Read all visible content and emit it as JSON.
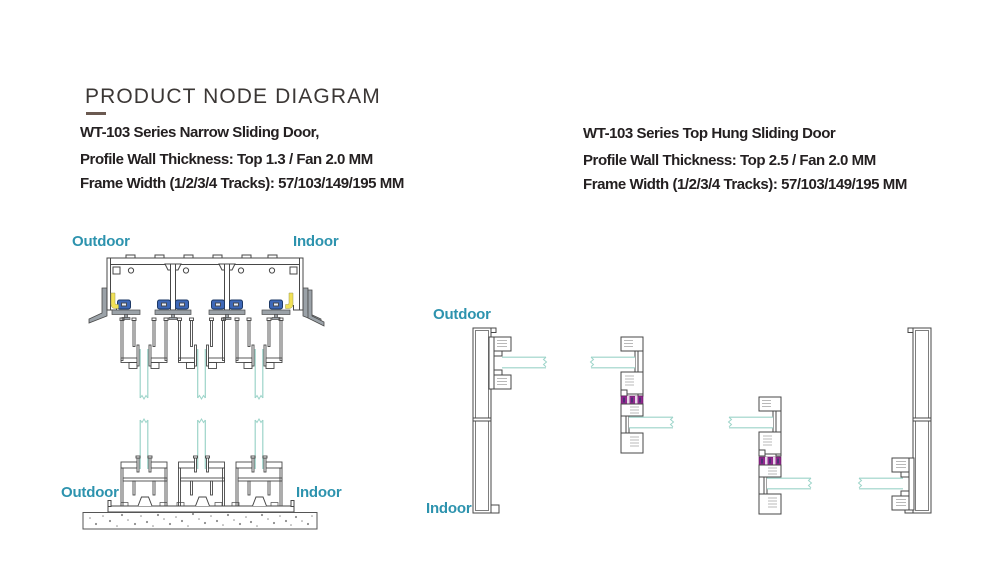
{
  "header": {
    "title": "PRODUCT NODE DIAGRAM"
  },
  "products": {
    "left": {
      "name": "WT-103 Series Narrow Sliding Door,",
      "wall_thickness": "Profile Wall Thickness: Top 1.3 / Fan 2.0 MM",
      "frame_width": "Frame Width (1/2/3/4 Tracks): 57/103/149/195 MM"
    },
    "right": {
      "name": "WT-103 Series Top Hung Sliding Door",
      "wall_thickness": "Profile Wall Thickness: Top 2.5 / Fan 2.0 MM",
      "frame_width": "Frame Width (1/2/3/4 Tracks): 57/103/149/195 MM"
    }
  },
  "diagram_labels": {
    "narrow": {
      "outdoor_top": "Outdoor",
      "indoor_top": "Indoor",
      "outdoor_bottom": "Outdoor",
      "indoor_bottom": "Indoor"
    },
    "top_hung": {
      "outdoor": "Outdoor",
      "indoor": "Indoor"
    }
  },
  "colors": {
    "label_teal": "#2d93ae",
    "glass_teal": "#9cd4c9",
    "roller_blue": "#3e68b8",
    "accent_yellow": "#f2e156",
    "seal_purple": "#93278f",
    "profile_line": "#474747",
    "bracket_gray": "#9ba2a8",
    "text_dark": "#242021",
    "title_gray": "#3b3735"
  }
}
